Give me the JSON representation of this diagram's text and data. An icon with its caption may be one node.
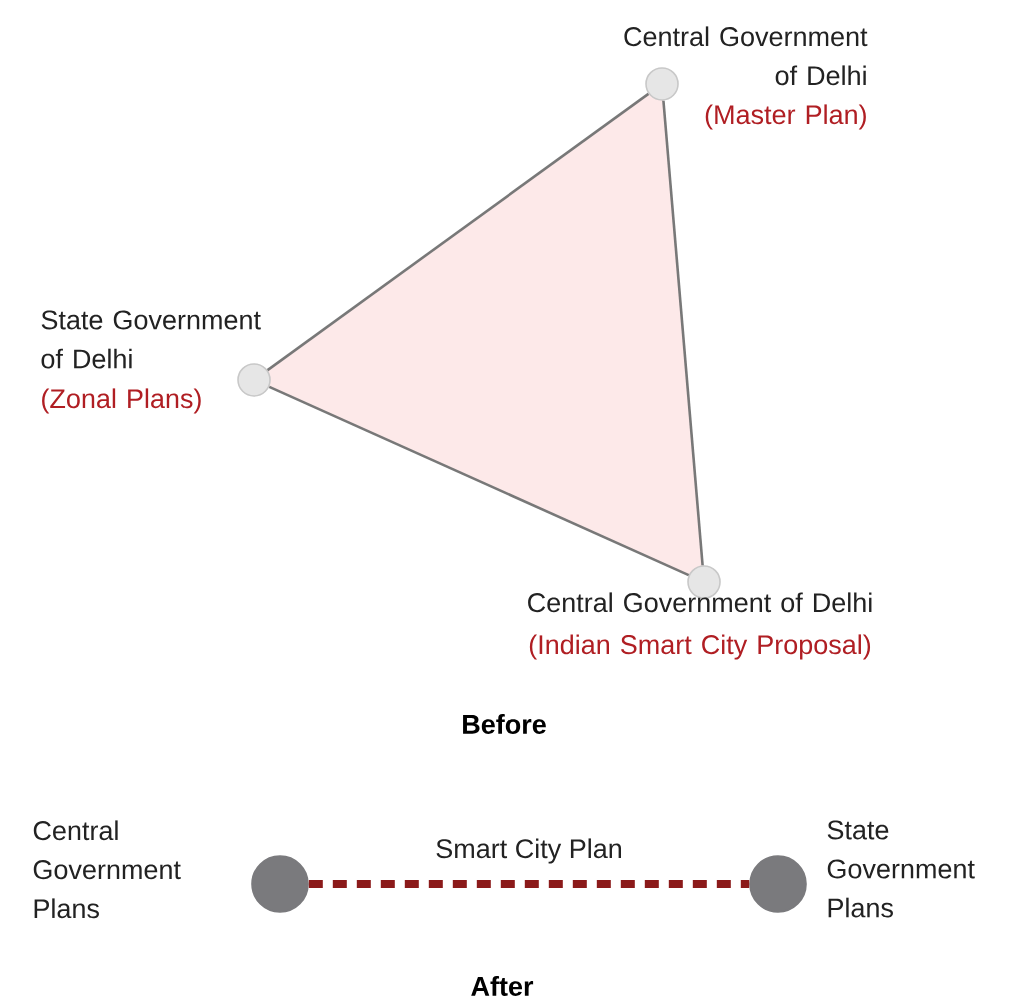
{
  "diagram": {
    "nodes": [
      {
        "text": [],
        "shape": "circle",
        "beside": [
          "Central Government of Delhi",
          "(Master Plan)"
        ]
      },
      {
        "text": [],
        "shape": "circle",
        "beside": [
          "State Government of Delhi",
          "(Zonal Plans)"
        ]
      },
      {
        "text": [],
        "shape": "circle",
        "beside": [
          "Central Government of Delhi",
          "(Indian Smart City Proposal)"
        ]
      },
      {
        "text": [],
        "shape": "circle",
        "beside": [
          "Central Government Plans"
        ]
      },
      {
        "text": [],
        "shape": "circle",
        "beside": [
          "State Government Plans"
        ]
      }
    ],
    "edges": [
      {
        "from": 0,
        "to": 1,
        "arrow": "none"
      },
      {
        "from": 0,
        "to": 2,
        "arrow": "none"
      },
      {
        "from": 1,
        "to": 2,
        "arrow": "none"
      },
      {
        "from": 3,
        "to": 4,
        "arrow": "none",
        "label": "Smart City Plan",
        "style": "dashed",
        "color": "#8b1a1a"
      }
    ],
    "labels": [
      "Before",
      "After"
    ]
  }
}
